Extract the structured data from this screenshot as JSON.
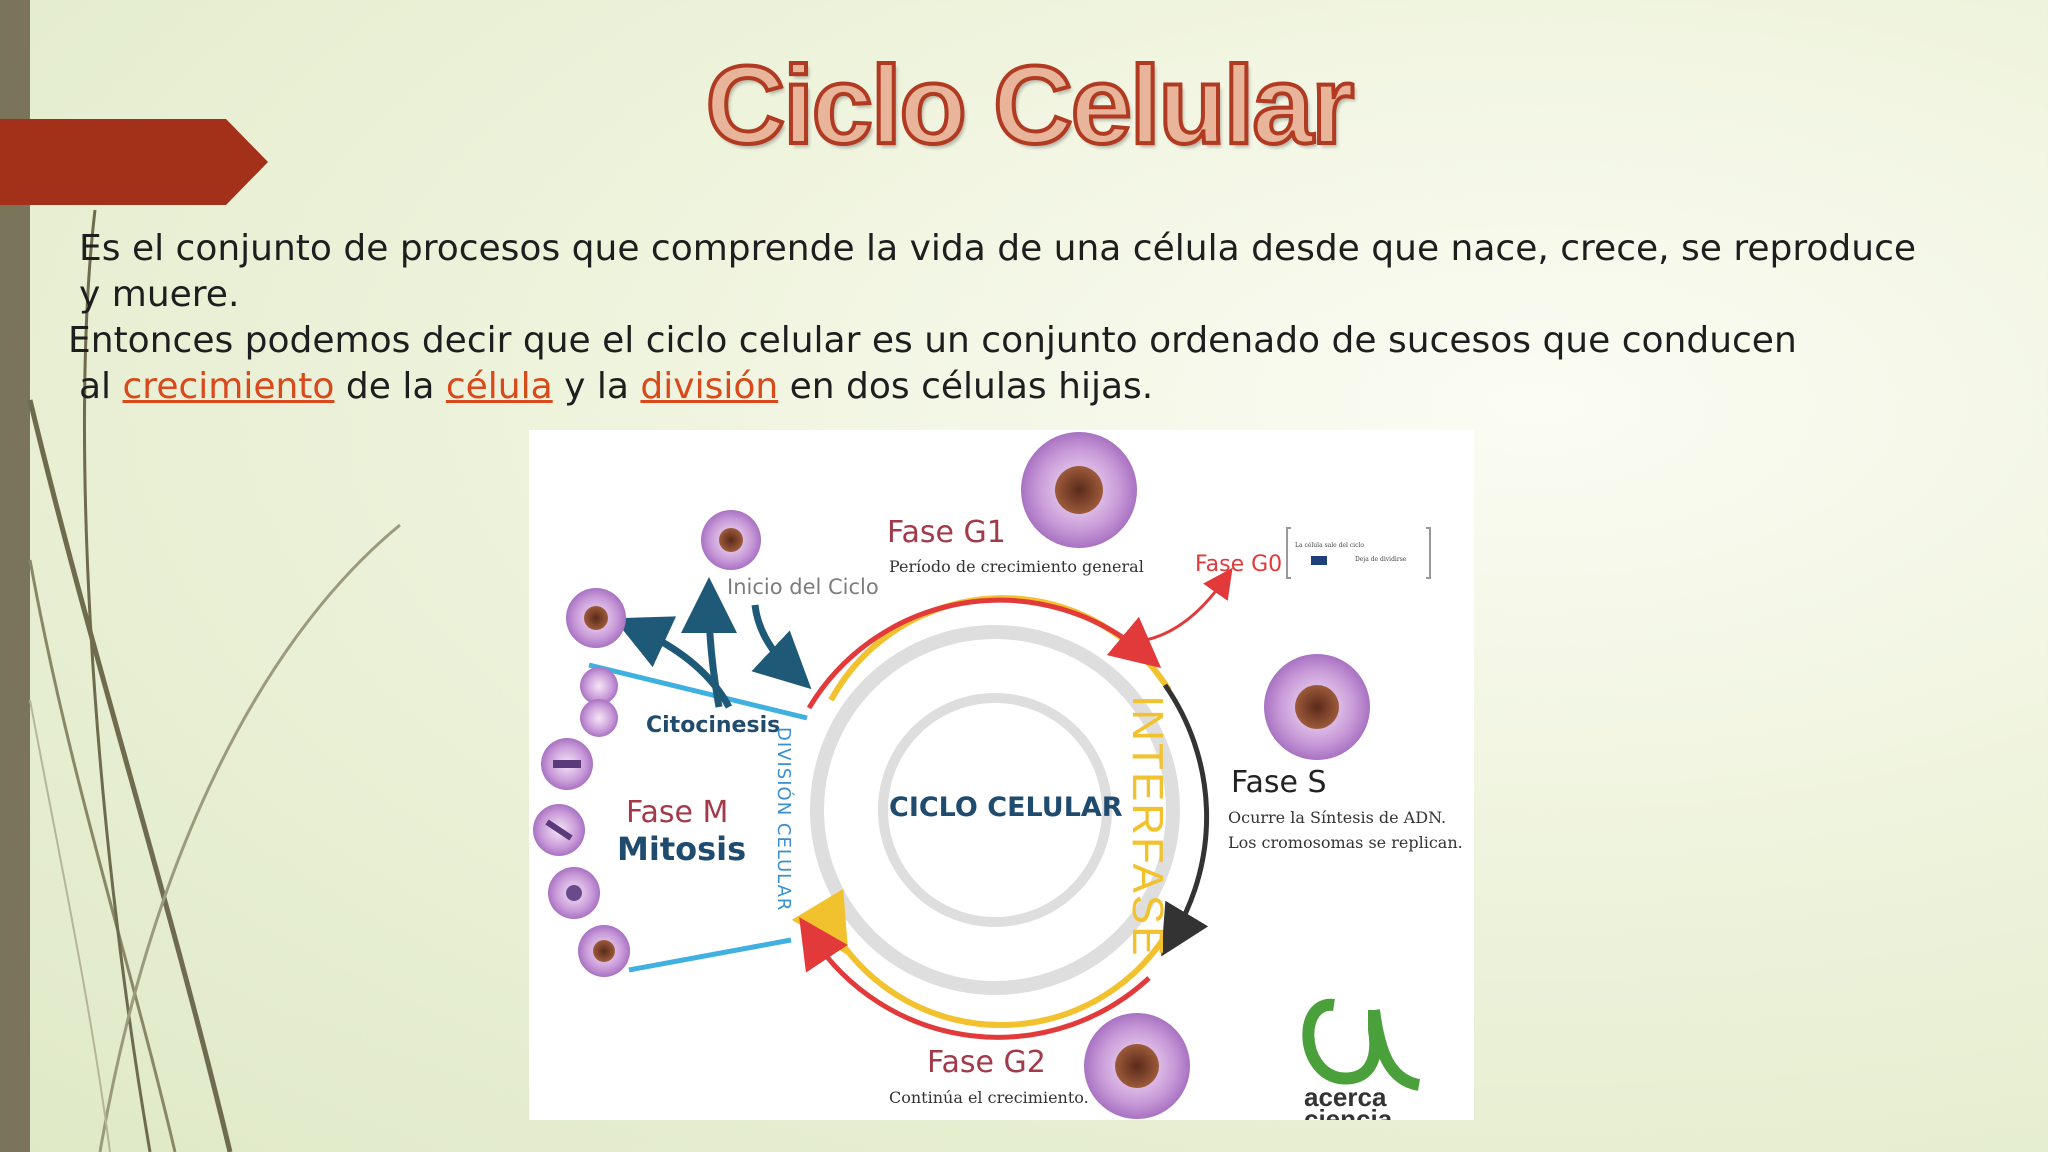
{
  "slide": {
    "title": "Ciclo Celular",
    "paragraph": {
      "line1": "Es el conjunto de procesos que comprende la vida de una célula desde que nace, crece, se reproduce",
      "line2": "y muere.",
      "line3": "Entonces podemos decir que el ciclo celular es un conjunto ordenado de sucesos que conducen",
      "line4_pre": "al",
      "link_crecimiento": "crecimiento",
      "line4_mid1": "de la",
      "link_celula": "célula",
      "line4_mid2": "y la",
      "link_division": "división",
      "line4_post": "en dos células hijas."
    },
    "colors": {
      "accent_red": "#b03a22",
      "link": "#d9491b",
      "sidebar": "#79745a"
    }
  },
  "diagram": {
    "center": "CICLO CELULAR",
    "interfase": "INTERFASE",
    "division_celular": "DIVISIÓN CELULAR",
    "fase_g1": "Fase G1",
    "fase_g1_desc": "Período de crecimiento general",
    "fase_g0": "Fase G0",
    "fase_g0_note1": "La célula sale del ciclo",
    "fase_g0_note2": "Deja de dividirse",
    "fase_s": "Fase S",
    "fase_s_desc1": "Ocurre la Síntesis de ADN.",
    "fase_s_desc2": "Los cromosomas se replican.",
    "fase_g2": "Fase G2",
    "fase_g2_desc": "Continúa el crecimiento.",
    "fase_m": "Fase M",
    "mitosis": "Mitosis",
    "citocinesis": "Citocinesis",
    "inicio": "Inicio del Ciclo",
    "logo": "acerca ciencia"
  }
}
